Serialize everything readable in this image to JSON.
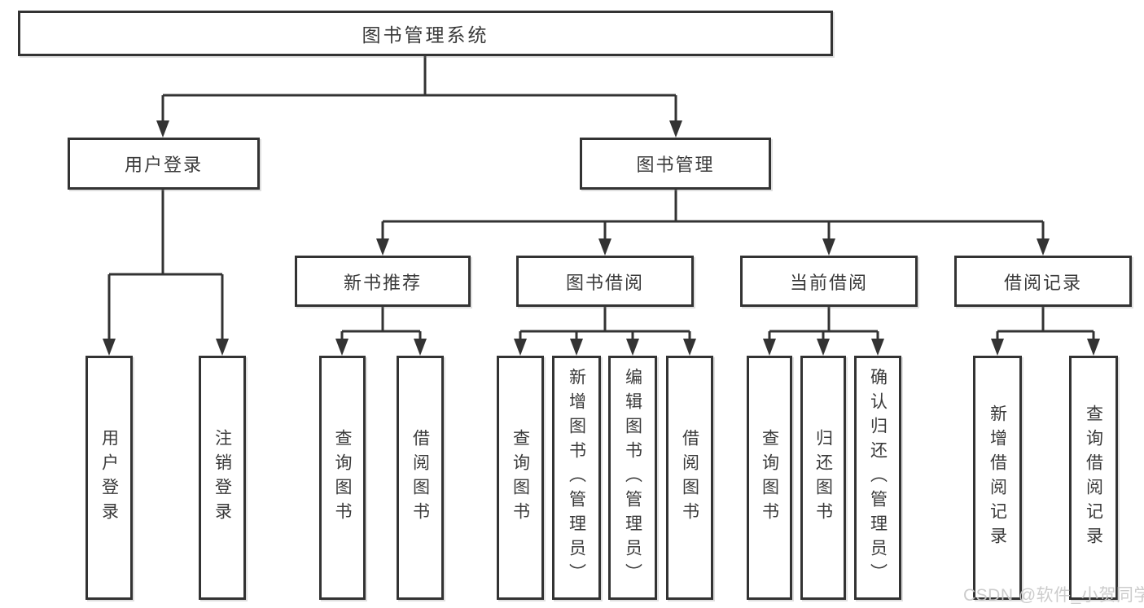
{
  "diagram": {
    "tree": {
      "label": "图书管理系统",
      "children": [
        {
          "label": "用户登录",
          "children": [
            {
              "label": "用户登录"
            },
            {
              "label": "注销登录"
            }
          ]
        },
        {
          "label": "图书管理",
          "children": [
            {
              "label": "新书推荐",
              "children": [
                {
                  "label": "查询图书"
                },
                {
                  "label": "借阅图书"
                }
              ]
            },
            {
              "label": "图书借阅",
              "children": [
                {
                  "label": "查询图书"
                },
                {
                  "label": "新增图书（管理员）"
                },
                {
                  "label": "编辑图书（管理员）"
                },
                {
                  "label": "借阅图书"
                }
              ]
            },
            {
              "label": "当前借阅",
              "children": [
                {
                  "label": "查询图书"
                },
                {
                  "label": "归还图书"
                },
                {
                  "label": "确认归还（管理员）"
                }
              ]
            },
            {
              "label": "借阅记录",
              "children": [
                {
                  "label": "新增借阅记录"
                },
                {
                  "label": "查询借阅记录"
                }
              ]
            }
          ]
        }
      ]
    },
    "colors": {
      "line": "#333333",
      "box_border": "#333333",
      "box_fill": "#ffffff",
      "text": "#3a3a3a",
      "watermark": "#c9c9c9"
    }
  },
  "watermark": {
    "text": "CSDN @软件_小贺同学"
  }
}
